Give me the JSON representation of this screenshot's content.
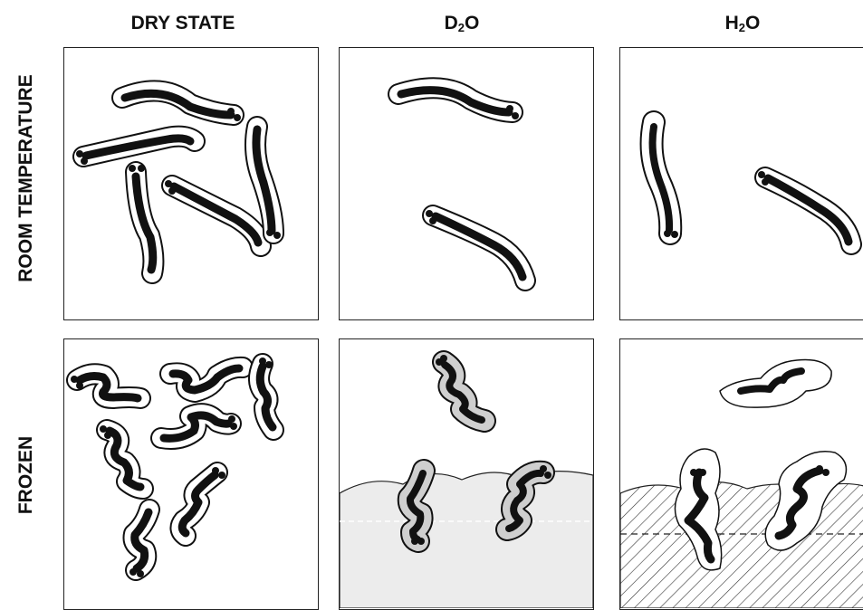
{
  "columns": {
    "dry_state": "DRY STATE",
    "d2o": {
      "main": "D",
      "sub": "2",
      "tail": "O"
    },
    "h2o": {
      "main": "H",
      "sub": "2",
      "tail": "O"
    }
  },
  "rows": {
    "room_temperature": "ROOM TEMPERATURE",
    "frozen": "FROZEN"
  },
  "colors": {
    "ink": "#111111",
    "shell_fill": "#ffffff",
    "ice_fill": "#ededed",
    "grey_shell": "#cfcfcf"
  }
}
